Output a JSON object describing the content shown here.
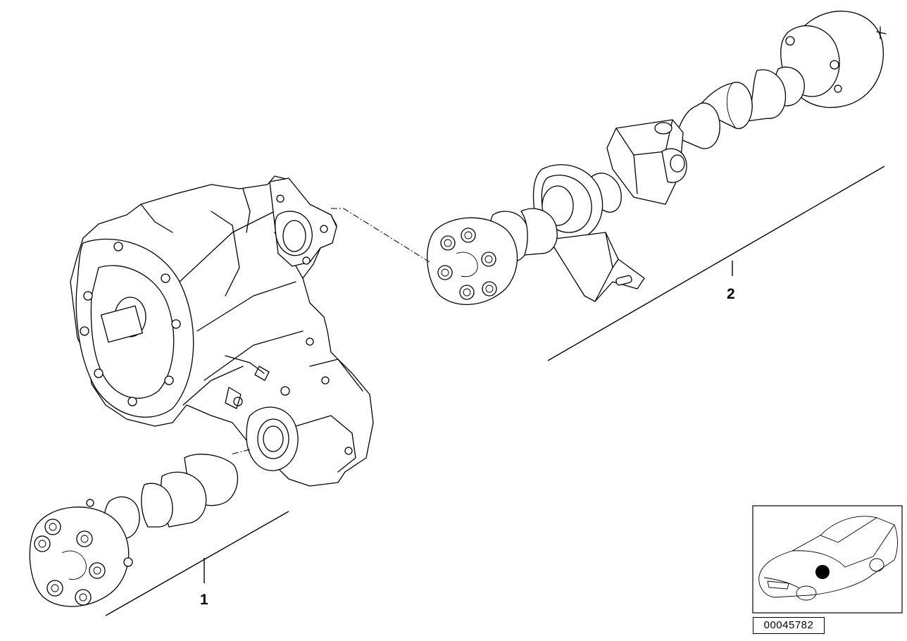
{
  "callouts": {
    "part_1": "1",
    "part_2": "2"
  },
  "reference_number": "00045782",
  "locator": {
    "icon": "car-locator-icon",
    "marker_color": "#000000"
  },
  "colors": {
    "line": "#000000",
    "background": "#ffffff"
  }
}
